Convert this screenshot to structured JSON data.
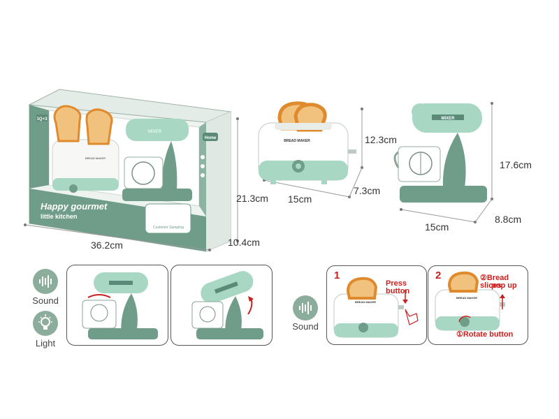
{
  "package": {
    "title": "Happy gourmet",
    "subtitle": "little kitchen",
    "age_badge": "1Q+3",
    "brand_badge": "Home",
    "toaster_label": "BREAD MAKER",
    "mixer_label": "MIXER",
    "inset_text": "Customer Sampling"
  },
  "dimensions": {
    "box_width": "36.2cm",
    "box_height": "21.3cm",
    "box_depth": "10.4cm",
    "toaster_width": "15cm",
    "toaster_height": "12.3cm",
    "toaster_depth": "7.3cm",
    "mixer_width": "15cm",
    "mixer_height": "17.6cm",
    "mixer_depth": "8.8cm"
  },
  "toaster_product": {
    "label": "BREAD MAKER"
  },
  "mixer_product": {
    "label": "MIXER"
  },
  "features_left": {
    "sound_label": "Sound",
    "light_label": "Light"
  },
  "features_right": {
    "sound_label": "Sound"
  },
  "steps": {
    "step1_number": "1",
    "step1_text": "Press button",
    "step2_number": "2",
    "step2_text_line1": "②Bread slices",
    "step2_text_line2": "pop up",
    "step2_rotate": "①Rotate button"
  },
  "colors": {
    "mint": "#a8d8c4",
    "sage": "#6f9d89",
    "dark_sage": "#5b8a78",
    "bread": "#f1c27d",
    "crust": "#e08a2e",
    "red_accent": "#c8201e",
    "feature_circle": "#8cad9b"
  }
}
